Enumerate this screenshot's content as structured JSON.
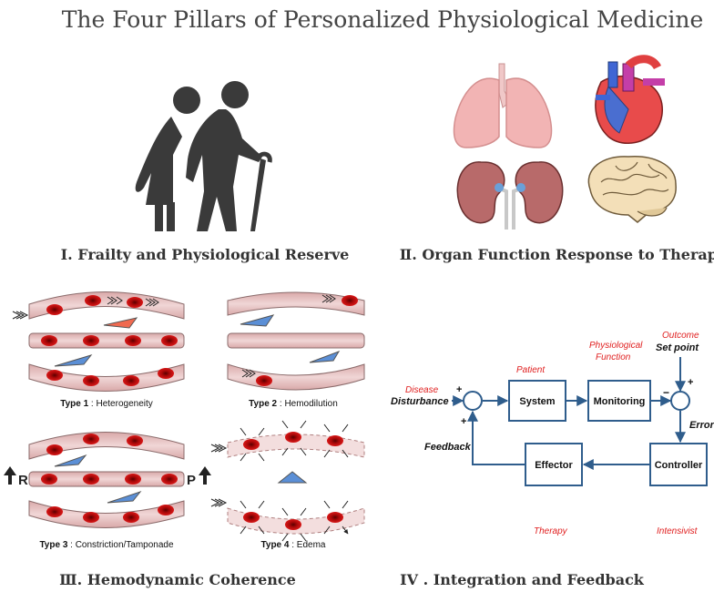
{
  "title": "The Four Pillars of Personalized Physiological Medicine",
  "panels": {
    "frailty": {
      "caption": "Ⅰ. Frailty and Physiological Reserve"
    },
    "organ": {
      "caption": "Ⅱ. Organ Function Response to Therapy",
      "organs": [
        "lungs",
        "heart",
        "kidneys",
        "brain"
      ]
    },
    "hemodynamic": {
      "caption": "Ⅲ. Hemodynamic Coherence",
      "type1": {
        "label": "Type 1",
        "desc": " : Heterogeneity"
      },
      "type2": {
        "label": "Type 2",
        "desc": " : Hemodilution"
      },
      "type3": {
        "label": "Type 3",
        "desc": " : Constriction/Tamponade"
      },
      "type4": {
        "label": "Type 4",
        "desc": " : Edema"
      },
      "resistance_label": "R",
      "pressure_label": "P"
    },
    "integration": {
      "caption": "IV . Integration and Feedback",
      "disease": "Disease",
      "disturbance": "Disturbance",
      "patient": "Patient",
      "system": "System",
      "physiological": "Physiological",
      "function": "Function",
      "monitoring": "Monitoring",
      "outcome": "Outcome",
      "set_point": "Set point",
      "error": "Error",
      "controller": "Controller",
      "effector": "Effector",
      "feedback": "Feedback",
      "therapy": "Therapy",
      "intensivist": "Intensivist",
      "plus": "+",
      "minus": "−"
    }
  },
  "colors": {
    "vessel_fill": "#e8c4c4",
    "vessel_stroke": "#8a6a6a",
    "rbc": "#cc1111",
    "cell_blue": "#5b8fd6",
    "cell_red": "#f06a50",
    "arrow_blue": "#2f5d8c",
    "red_text": "#e02020",
    "silhouette": "#3a3a3a"
  }
}
